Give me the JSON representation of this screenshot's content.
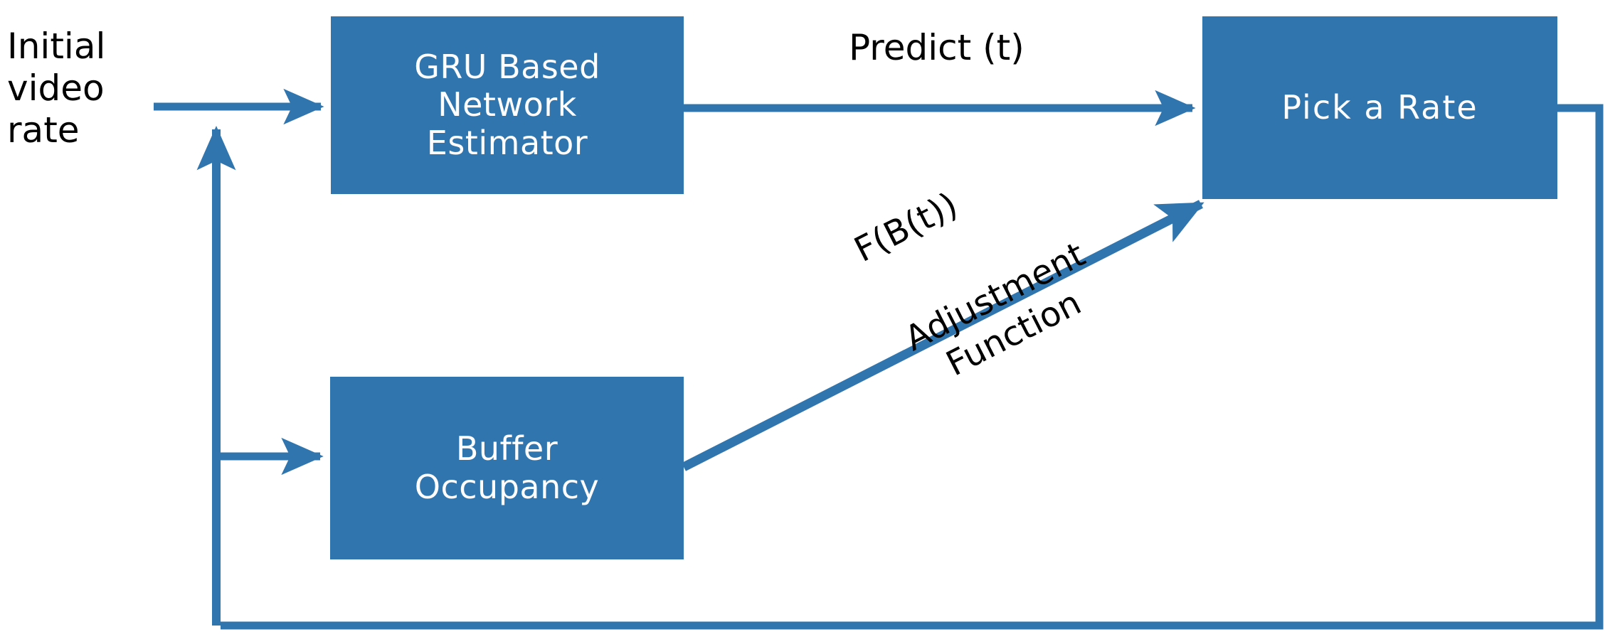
{
  "diagram": {
    "title": "GRU based adaptive bitrate control loop",
    "colors": {
      "box_fill": "#3175AE",
      "arrow": "#3175AE",
      "box_text": "#ffffff",
      "label_text": "#000000",
      "background": "#ffffff"
    },
    "nodes": [
      {
        "id": "gru",
        "label": "GRU Based\nNetwork\nEstimator"
      },
      {
        "id": "pick",
        "label": "Pick a Rate"
      },
      {
        "id": "buffer",
        "label": "Buffer\nOccupancy"
      }
    ],
    "labels": [
      {
        "id": "initial",
        "text": "Initial\nvideo\nrate"
      },
      {
        "id": "predict",
        "text": "Predict (t)"
      },
      {
        "id": "fbt",
        "text": "F(B(t))"
      },
      {
        "id": "adjustment",
        "text": "Adjustment\nFunction"
      }
    ],
    "edges": [
      {
        "id": "initial-to-gru",
        "from": "Initial video rate",
        "to": "GRU Based Network Estimator",
        "label": ""
      },
      {
        "id": "gru-to-pick",
        "from": "GRU Based Network Estimator",
        "to": "Pick a Rate",
        "label": "Predict (t)"
      },
      {
        "id": "buffer-to-pick",
        "from": "Buffer Occupancy",
        "to": "Pick a Rate",
        "label": "F(B(t)) Adjustment Function"
      },
      {
        "id": "feedback-to-buffer",
        "from": "Pick a Rate",
        "to": "Buffer Occupancy",
        "label": ""
      },
      {
        "id": "feedback-to-gru",
        "from": "Pick a Rate",
        "to": "GRU Based Network Estimator",
        "label": ""
      }
    ]
  }
}
